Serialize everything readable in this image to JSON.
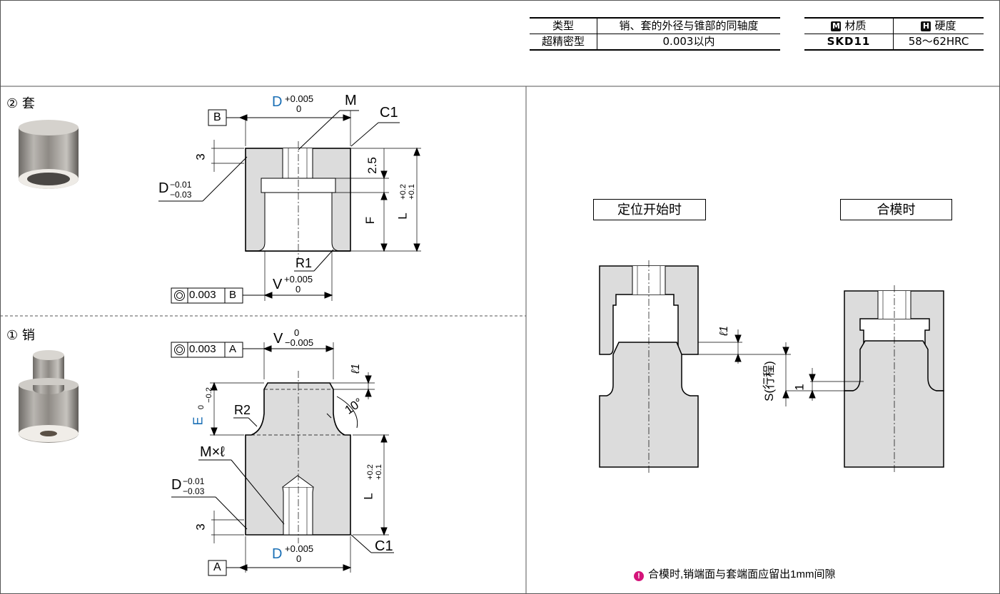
{
  "spec_table_1": {
    "headers": [
      "类型",
      "销、套的外径与锥部的同轴度"
    ],
    "row": [
      "超精密型",
      "0.003以内"
    ]
  },
  "spec_table_2": {
    "material_badge": "M",
    "material_header": "材质",
    "hardness_badge": "H",
    "hardness_header": "硬度",
    "material_value": "SKD11",
    "hardness_value": "58～62HRC"
  },
  "section_2": {
    "title": "② 套"
  },
  "section_1": {
    "title": "① 销"
  },
  "right_panel": {
    "label_start": "定位开始时",
    "label_closed": "合模时",
    "note": "合模时,销端面与套端面应留出1mm间隙"
  },
  "dims_bushing": {
    "datum": "B",
    "d_letter": "D",
    "d_tol_upper": "+0.005",
    "d_tol_lower": "0",
    "m": "M",
    "c1": "C1",
    "three": "3",
    "two_five": "2.5",
    "d_minus": "D",
    "d_minus_upper": "−0.01",
    "d_minus_lower": "−0.03",
    "f": "F",
    "l": "L",
    "l_tol_upper": "+0.2",
    "l_tol_lower": "+0.1",
    "r1": "R1",
    "v": "V",
    "v_tol_upper": "+0.005",
    "v_tol_lower": "0",
    "coax": "0.003",
    "coax_datum": "B"
  },
  "dims_pin": {
    "coax": "0.003",
    "coax_datum": "A",
    "v": "V",
    "v_tol_upper": "0",
    "v_tol_lower": "−0.005",
    "l1": "ℓ1",
    "e": "E",
    "e_tol_upper": "0",
    "e_tol_lower": "−0.2",
    "r2": "R2",
    "angle": "10°",
    "mxl": "M×ℓ",
    "d_minus": "D",
    "d_minus_upper": "−0.01",
    "d_minus_lower": "−0.03",
    "l": "L",
    "l_tol_upper": "+0.2",
    "l_tol_lower": "+0.1",
    "three": "3",
    "d_letter": "D",
    "d_tol_upper": "+0.005",
    "d_tol_lower": "0",
    "c1": "C1",
    "datum": "A"
  },
  "dims_assembly": {
    "l1": "ℓ1",
    "stroke": "S(行程)",
    "one": "1"
  },
  "colors": {
    "accent_blue": "#1a6fb5",
    "fill_gray": "#dcdcdc",
    "note_icon": "#d4147a"
  }
}
